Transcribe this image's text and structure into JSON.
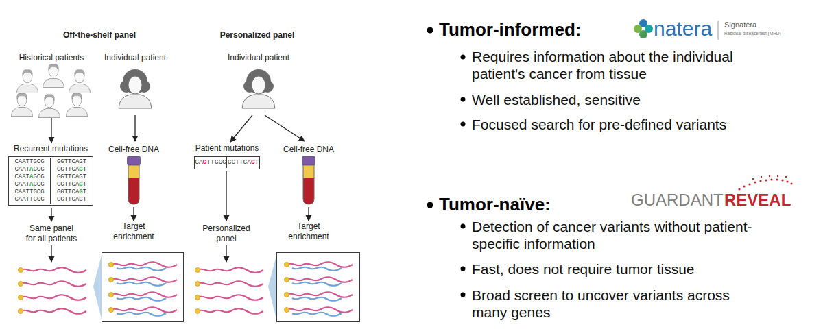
{
  "diagram": {
    "nodes": [
      {
        "text": [
          "Recurrent mutations",
          "CAATTGCG",
          "GGTTCAGT",
          "CAATAGCG",
          "GGTTCAGT",
          "CAATAGCG",
          "GGTTCAGT",
          "CAATAGCG",
          "GGTTCAGT",
          "CAATTGCG",
          "GGTTCAGT",
          "CAATTGCG",
          "GGTTCAGT"
        ]
      },
      {
        "text": [
          "Target enrichment"
        ]
      },
      {
        "text": [
          "Patient mutations",
          "CAGTTGCG",
          "GGTTCACT"
        ]
      },
      {
        "text": [
          "Target enrichment"
        ]
      }
    ],
    "labels": [
      "Off-the-shelf panel",
      "Historical patients",
      "Individual patient",
      "Cell-free DNA",
      "Same panel for all patients",
      "Personalized panel",
      "Individual patient",
      "Cell-free DNA",
      "Personalized panel",
      "Tumor-informed:",
      "natera",
      "Signatera",
      "Residual disease test (MRD)",
      "Requires information about the individual patient's cancer from tissue",
      "Well established, sensitive",
      "Focused search for pre-defined variants",
      "Tumor-naïve:",
      "GUARDANT",
      "REVEAL",
      "Detection of cancer variants without patient-specific information",
      "Fast, does not require tumor tissue",
      "Broad screen to uncover variants across many genes"
    ]
  }
}
